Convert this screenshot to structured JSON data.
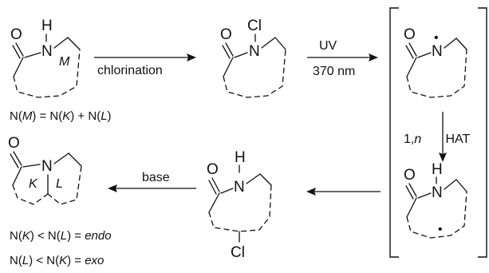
{
  "atoms": {
    "O": "O",
    "N": "N",
    "H": "H",
    "Cl": "Cl"
  },
  "colors": {
    "oxygen": "#e8322b",
    "nitrogen": "#2a6fd1",
    "chlorine": "#1e9e3e",
    "bond": "#111111"
  },
  "ring_labels": {
    "m": "M",
    "k": "K",
    "l": "L"
  },
  "reagents": {
    "step1": "chlorination",
    "step2_top": "UV",
    "step2_bottom": "370 nm",
    "step3_prefix": "1,",
    "step3_n": "n",
    "step3_suffix": " HAT",
    "step4": "base"
  },
  "equations": {
    "sum": {
      "p1": "N(",
      "m": "M",
      "p2": ") = N(",
      "k": "K",
      "p3": ") + N(",
      "l": "L",
      "p4": ")"
    },
    "endo": {
      "p1": "N(",
      "k": "K",
      "p2": ") < N(",
      "l": "L",
      "p3": ") = ",
      "word": "endo"
    },
    "exo": {
      "p1": "N(",
      "l": "L",
      "p2": ") < N(",
      "k": "K",
      "p3": ") = ",
      "word": "exo"
    }
  },
  "radical_dot": "•"
}
